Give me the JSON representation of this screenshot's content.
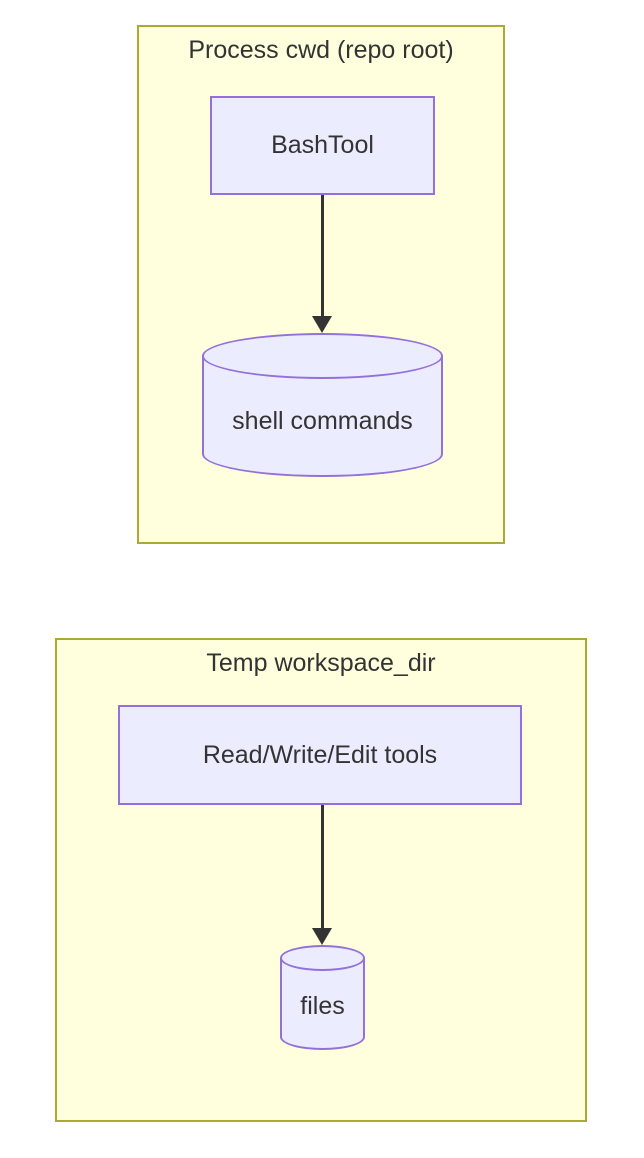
{
  "colors": {
    "canvas_bg": "#ffffff",
    "cluster_fill": "#ffffde",
    "cluster_border": "#aaaa33",
    "node_fill": "#ececff",
    "node_border": "#9370db",
    "text": "#333333",
    "arrow": "#333333"
  },
  "diagram": {
    "type": "flowchart",
    "clusters": [
      {
        "title": "Process cwd (repo root)",
        "node": {
          "label": "BashTool",
          "shape": "rect"
        },
        "store": {
          "label": "shell commands",
          "shape": "cylinder"
        },
        "edge": {
          "from": "BashTool",
          "to": "shell commands",
          "style": "arrow"
        }
      },
      {
        "title": "Temp workspace_dir",
        "node": {
          "label": "Read/Write/Edit tools",
          "shape": "rect"
        },
        "store": {
          "label": "files",
          "shape": "cylinder"
        },
        "edge": {
          "from": "Read/Write/Edit tools",
          "to": "files",
          "style": "arrow"
        }
      }
    ]
  }
}
